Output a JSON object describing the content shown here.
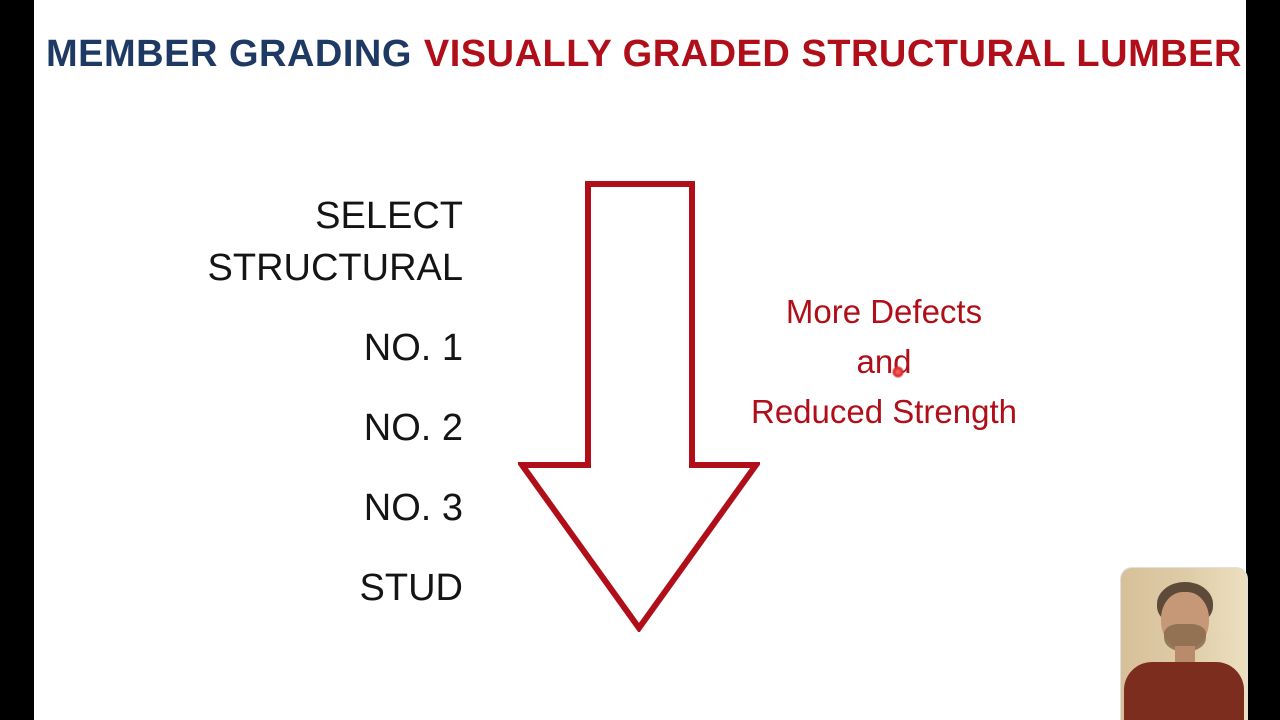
{
  "slide": {
    "title": {
      "part1": "MEMBER GRADING",
      "part2": "VISUALLY GRADED STRUCTURAL LUMBER"
    },
    "grades": [
      "SELECT STRUCTURAL",
      "NO. 1",
      "NO. 2",
      "NO. 3",
      "STUD"
    ],
    "annotation": {
      "line1": "More Defects",
      "line2": "and",
      "line3": "Reduced Strength"
    }
  },
  "colors": {
    "title_navy": "#1e3a64",
    "accent_red": "#b00f1a",
    "grade_text": "#141414",
    "slide_background": "#ffffff",
    "letterbox": "#000000"
  }
}
